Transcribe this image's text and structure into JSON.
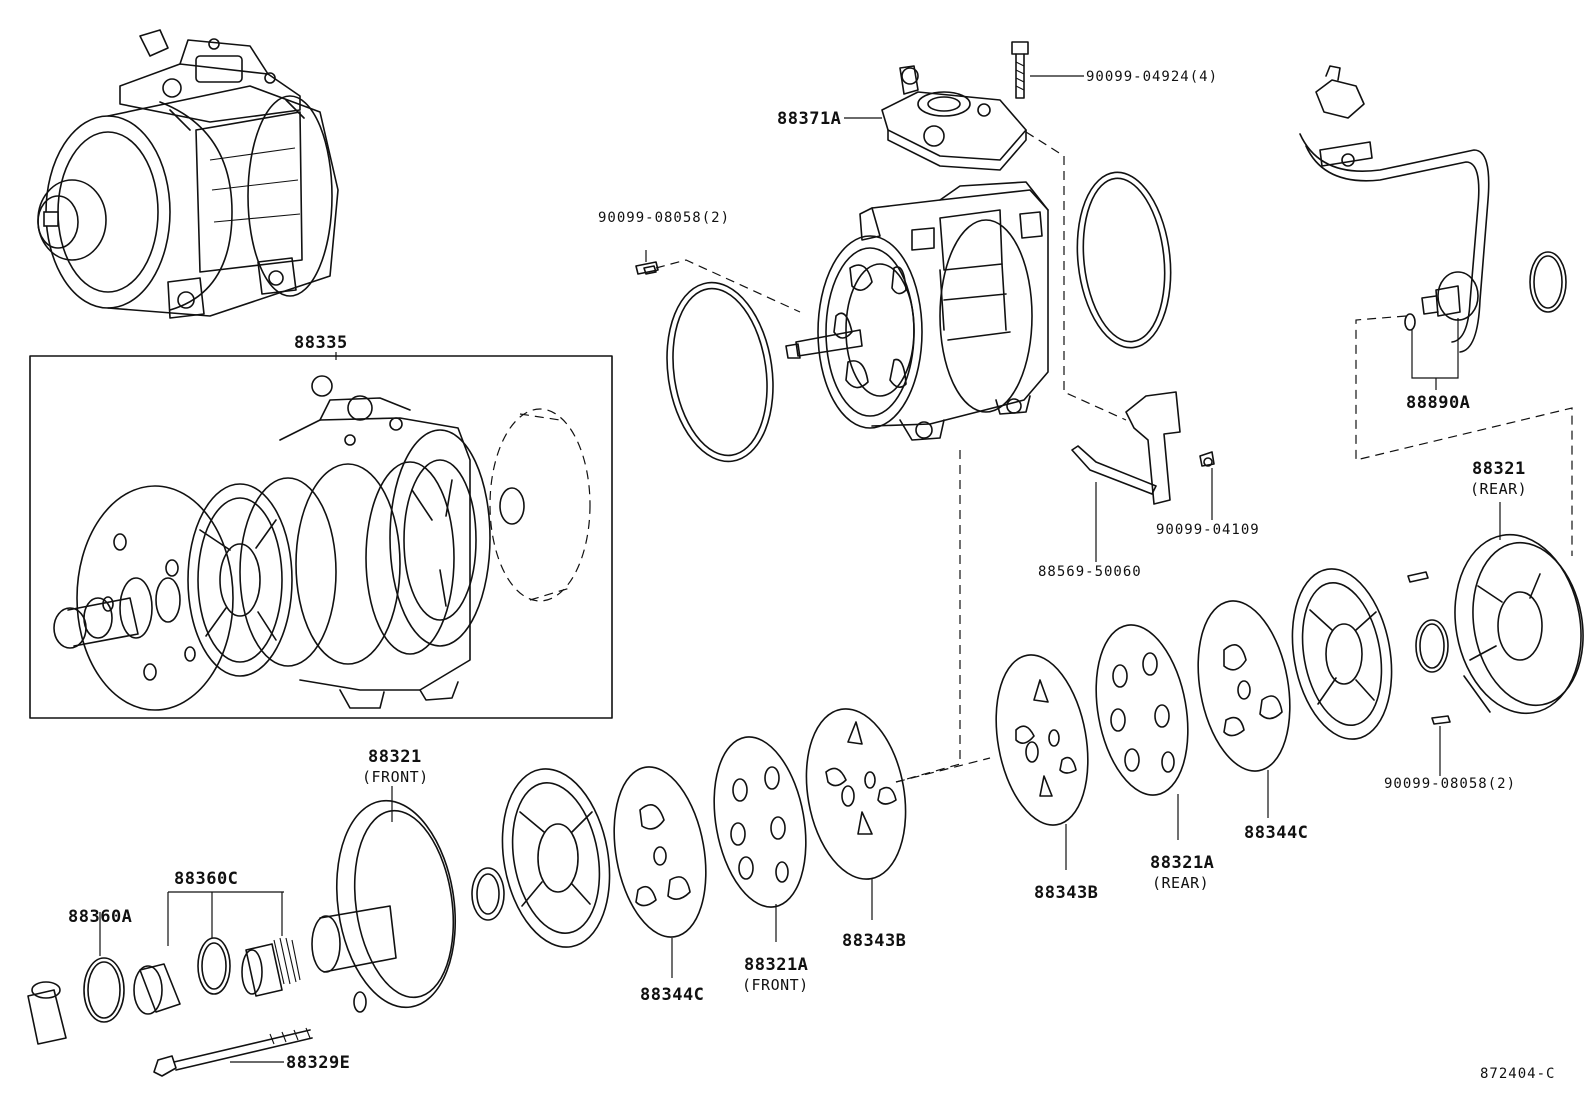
{
  "labels": {
    "l_90099_04924": "90099-04924(4)",
    "l_88371A": "88371A",
    "l_90099_08058_top": "90099-08058(2)",
    "l_88335": "88335",
    "l_88890A": "88890A",
    "l_88321_rear": "88321",
    "l_88321_rear_sub": "(REAR)",
    "l_90099_04109": "90099-04109",
    "l_88569_50060": "88569-50060",
    "l_90099_08058_bottom": "90099-08058(2)",
    "l_88344C_right": "88344C",
    "l_88321A_rear": "88321A",
    "l_88321A_rear_sub": "(REAR)",
    "l_88343B_right": "88343B",
    "l_88321_front": "88321",
    "l_88321_front_sub": "(FRONT)",
    "l_88360C": "88360C",
    "l_88360A": "88360A",
    "l_88343B_center": "88343B",
    "l_88321A_front": "88321A",
    "l_88321A_front_sub": "(FRONT)",
    "l_88344C_left": "88344C",
    "l_88329E": "88329E",
    "figure_number": "872404-C"
  }
}
